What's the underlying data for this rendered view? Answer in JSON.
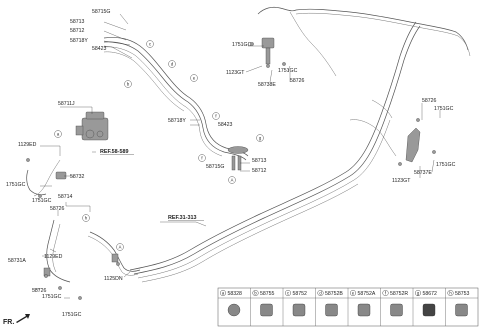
{
  "labels": {
    "l58715G_top": "58715G",
    "l58713_top": "58713",
    "l58712_top": "58712",
    "l58718Y_top": "58718Y",
    "l58423_top": "58423",
    "l58711J": "58711J",
    "l1129ED_top": "1129ED",
    "l1751GC_left": "1751GC",
    "l58732": "58732",
    "l1751GC_left2": "1751GC",
    "l58726_left": "58726",
    "l58714": "58714",
    "l58731A": "58731A",
    "l1129ED_bot": "1129ED",
    "l58726_bot": "58726",
    "l1751GC_bot1": "1751GC",
    "l1751GC_bot2": "1751GC",
    "l1125DN": "1125DN",
    "l58718Y_mid": "58718Y",
    "l58423_mid": "58423",
    "l58713_mid": "58713",
    "l58715G_mid": "58715G",
    "l58712_mid": "58712",
    "l1751GC_topc": "1751GC",
    "l1123GT_topc": "1123GT",
    "l1751GC_topc2": "1751GC",
    "l58726_topc": "58726",
    "l58738E": "58738E",
    "l58726_right": "58726",
    "l1751GC_right": "1751GC",
    "l1751GC_right2": "1751GC",
    "l1123GT_right": "1123GT",
    "l58737E": "58737E"
  },
  "refs": {
    "ref_abs": "REF.58-589",
    "ref_mid": "REF.31-313"
  },
  "callouts": {
    "a": "a",
    "b": "b",
    "c": "c",
    "d": "d",
    "e": "e",
    "f": "f",
    "g": "g",
    "h": "h",
    "A": "A"
  },
  "fr_label": "FR.",
  "legend": [
    {
      "key": "a",
      "part": "58328"
    },
    {
      "key": "b",
      "part": "58755"
    },
    {
      "key": "c",
      "part": "58752"
    },
    {
      "key": "d",
      "part": "58752B"
    },
    {
      "key": "e",
      "part": "58752A"
    },
    {
      "key": "f",
      "part": "58752R"
    },
    {
      "key": "g",
      "part": "58672"
    },
    {
      "key": "h",
      "part": "58753"
    }
  ]
}
